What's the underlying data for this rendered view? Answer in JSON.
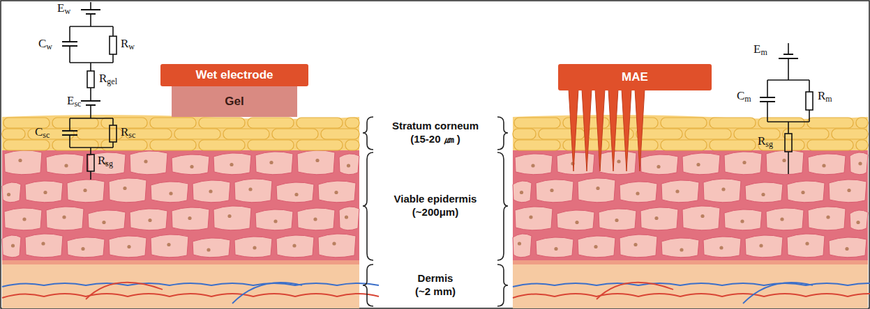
{
  "diagram": {
    "nodes": [
      {
        "text": [
          "Wet electrode"
        ]
      },
      {
        "text": [
          "Gel"
        ]
      },
      {
        "text": [
          "MAE"
        ]
      }
    ],
    "labels": [
      "Ew",
      "Cw",
      "Rw",
      "Rgel",
      "Esc",
      "Csc",
      "Rsc",
      "Rsg",
      "Stratum corneum (15-20 ㎛ )",
      "Viable epidermis (~200μm)",
      "Dermis (~2 mm)",
      "Em",
      "Cm",
      "Rm",
      "Rsg"
    ]
  }
}
